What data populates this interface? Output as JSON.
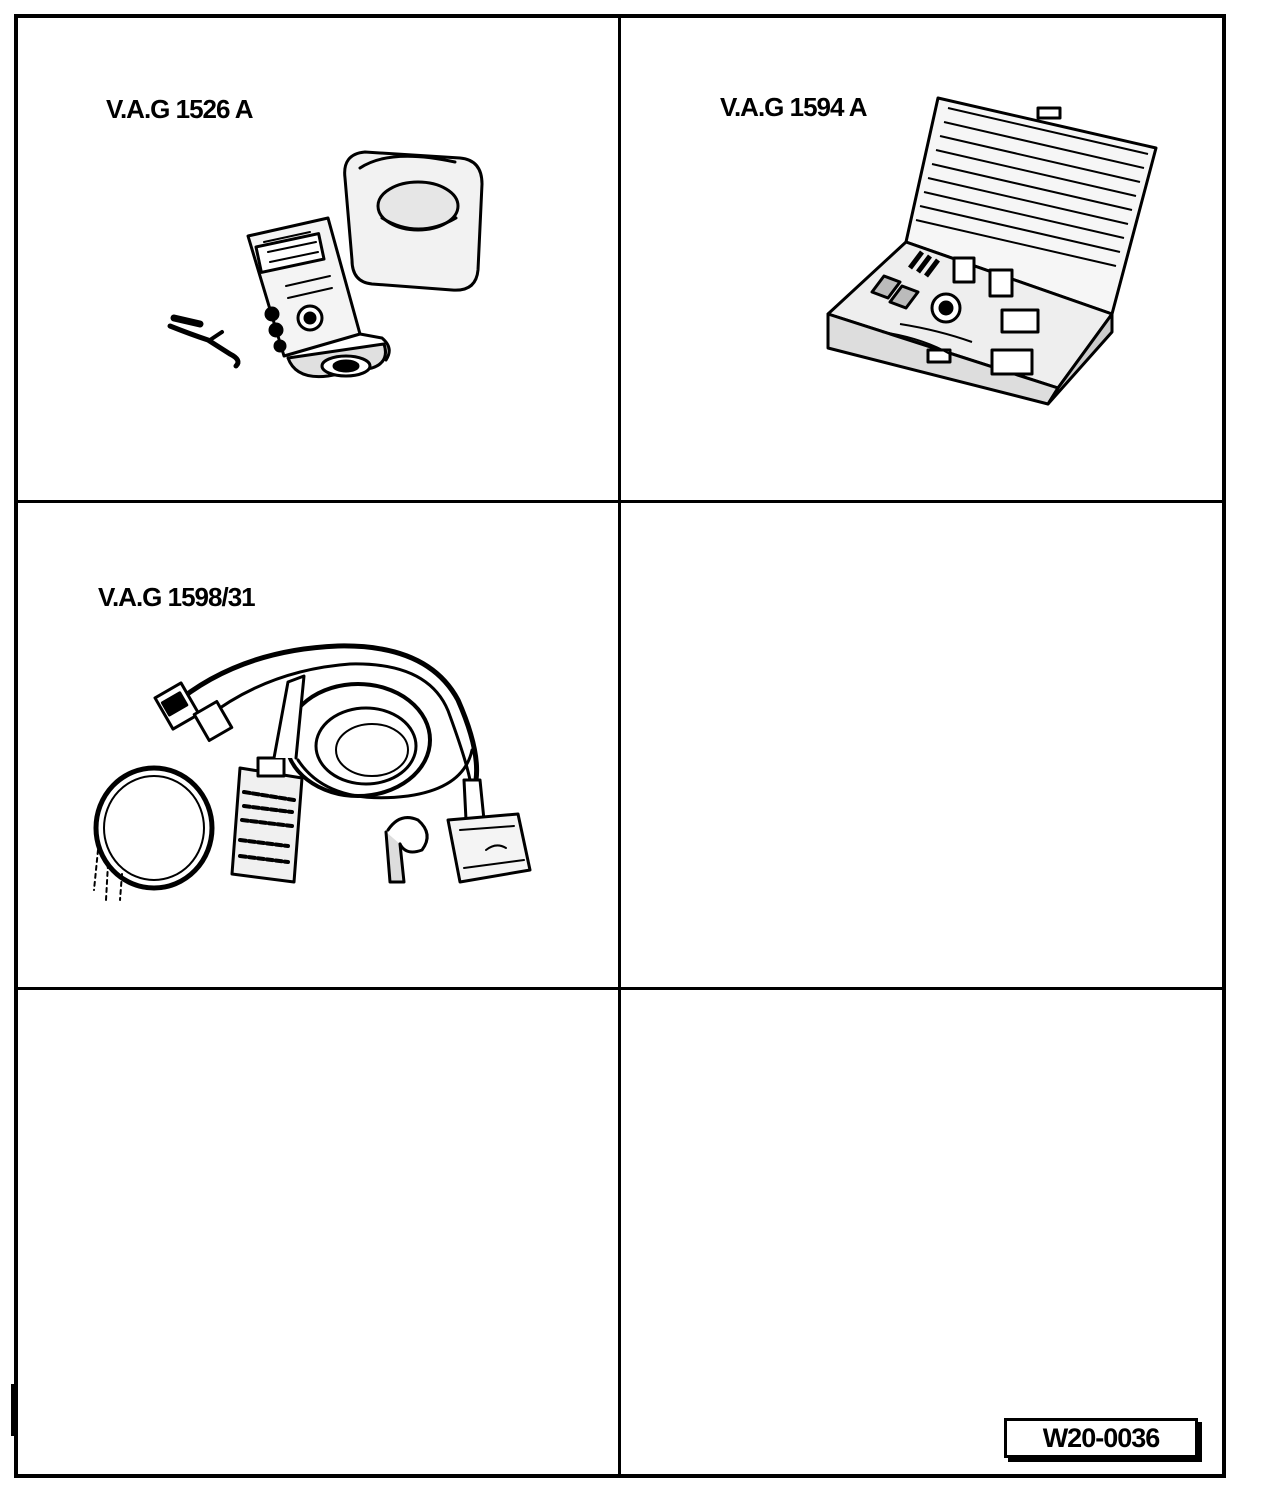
{
  "panels": [
    {
      "label": "V.A.G 1526 A",
      "illustration": "multimeter-icon"
    },
    {
      "label": "V.A.G 1594 A",
      "illustration": "tool-case-icon"
    },
    {
      "label": "V.A.G 1598/31",
      "illustration": "test-cable-icon"
    },
    {
      "label": "",
      "illustration": ""
    },
    {
      "label": "",
      "illustration": ""
    },
    {
      "label": "",
      "illustration": ""
    }
  ],
  "figure_ref": "W20-0036"
}
